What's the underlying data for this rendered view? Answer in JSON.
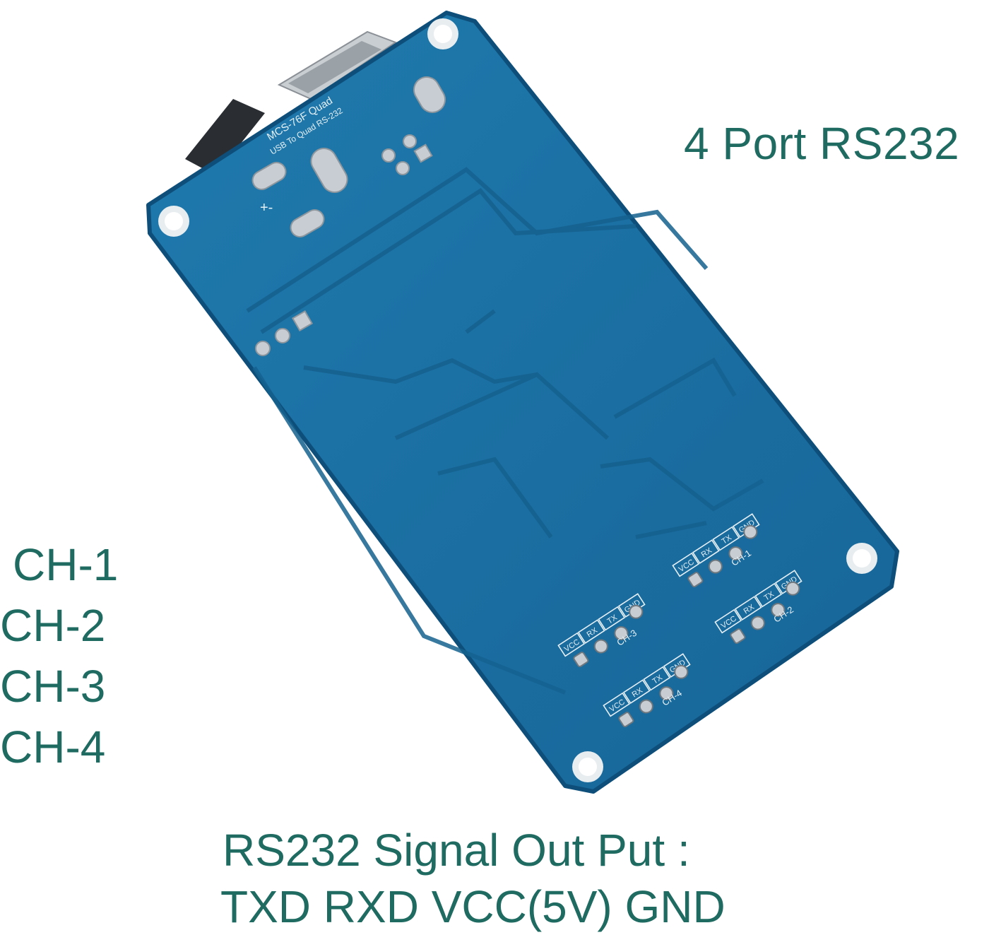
{
  "heading": "4  Port RS232",
  "channels": [
    "CH-1",
    "CH-2",
    "CH-3",
    "CH-4"
  ],
  "signal": {
    "line1": "RS232 Signal Out Put :",
    "line2": "TXD RXD VCC(5V) GND"
  },
  "board": {
    "model": "MCS-76F Quad",
    "subtitle": "USB To Quad RS-232",
    "power_mark": "+-",
    "header_pins": [
      "VCC",
      "RX",
      "TX",
      "GND"
    ],
    "header_labels": [
      "CH-1",
      "CH-2",
      "CH-3",
      "CH-4"
    ],
    "colors": {
      "pcb": "#1a6fa0",
      "pcb_edge": "#0d4f7a",
      "trace": "#15618f",
      "silk": "#e6f0f4",
      "caption": "#1f6b62"
    }
  }
}
